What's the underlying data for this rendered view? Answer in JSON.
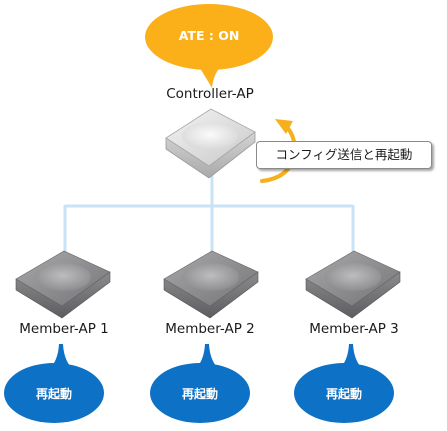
{
  "controller": {
    "status_bubble": "ATE : ON",
    "label": "Controller-AP",
    "callout": "コンフィグ送信と再起動"
  },
  "members": [
    {
      "label": "Member-AP 1",
      "action": "再起動"
    },
    {
      "label": "Member-AP 2",
      "action": "再起動"
    },
    {
      "label": "Member-AP 3",
      "action": "再起動"
    }
  ],
  "colors": {
    "controller_bubble": "#fbb01a",
    "member_bubble": "#0d72c6",
    "connector": "#c9e3f6",
    "arrow": "#f6b01c"
  }
}
